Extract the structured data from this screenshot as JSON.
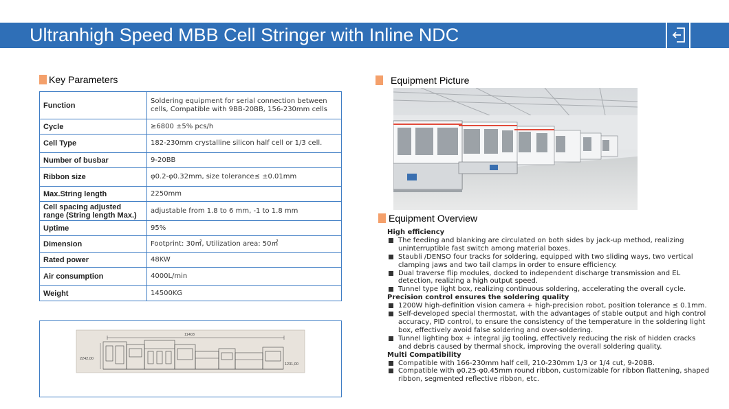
{
  "header": {
    "title": "Ultranhigh Speed MBB Cell Stringer with Inline NDC",
    "exit_icon": "exit-icon"
  },
  "key_parameters": {
    "heading": "Key Parameters",
    "rows": [
      {
        "label": "Function",
        "value": "Soldering equipment for serial connection between cells, Compatible with 9BB-20BB, 156-230mm cells"
      },
      {
        "label": "Cycle",
        "value": "≥6800 ±5% pcs/h"
      },
      {
        "label": "Cell Type",
        "value": "182-230mm crystalline silicon half cell or 1/3 cell."
      },
      {
        "label": "Number of busbar",
        "value": "9-20BB"
      },
      {
        "label": "Ribbon size",
        "value": "φ0.2-φ0.32mm, size tolerance≤ ±0.01mm"
      },
      {
        "label": "Max.String length",
        "value": "2250mm"
      },
      {
        "label": "Cell spacing adjusted range (String length Max.)",
        "value": "adjustable from 1.8 to 6 mm, -1 to 1.8 mm"
      },
      {
        "label": "Uptime",
        "value": "95%"
      },
      {
        "label": "Dimension",
        "value": "Footprint: 30㎡, Utilization area: 50㎡"
      },
      {
        "label": "Rated power",
        "value": "48KW"
      },
      {
        "label": "Air consumption",
        "value": "4000L/min"
      },
      {
        "label": "Weight",
        "value": "14500KG"
      }
    ]
  },
  "drawing": {
    "length": "11403",
    "height": "2242,00",
    "depth": "1231,00"
  },
  "equipment_picture": {
    "heading": "Equipment Picture"
  },
  "equipment_overview": {
    "heading": "Equipment Overview",
    "sections": [
      {
        "title": "High efficiency",
        "items": [
          "The feeding and blanking are circulated on both sides by jack-up method, realizing uninterruptible fast switch among material boxes.",
          "Staubli /DENSO four tracks for soldering, equipped with two sliding ways, two vertical clamping jaws and two tail clamps in order to ensure efficiency.",
          "Dual traverse flip modules, docked to independent discharge transmission and EL detection, realizing a high output speed.",
          "Tunnel type light box, realizing continuous soldering, accelerating the overall cycle."
        ]
      },
      {
        "title": "Precision control ensures the soldering quality",
        "items": [
          "1200W high-definition vision camera + high-precision robot, position tolerance ≤ 0.1mm.",
          "Self-developed special thermostat, with the advantages of stable output and high control accuracy, PID control, to ensure the consistency of the temperature in the soldering light box, effectively avoid false soldering and over-soldering.",
          "Tunnel lighting box + integral jig tooling, effectively reducing the risk of hidden cracks and debris caused by thermal shock, improving the overall soldering quality."
        ]
      },
      {
        "title": "Multi Compatibility",
        "items": [
          "Compatible with 166-230mm half cell, 210-230mm 1/3 or 1/4 cut, 9-20BB.",
          "Compatible with φ0.25-φ0.45mm round ribbon, customizable for ribbon flattening, shaped ribbon, segmented reflective ribbon, etc."
        ]
      }
    ]
  }
}
